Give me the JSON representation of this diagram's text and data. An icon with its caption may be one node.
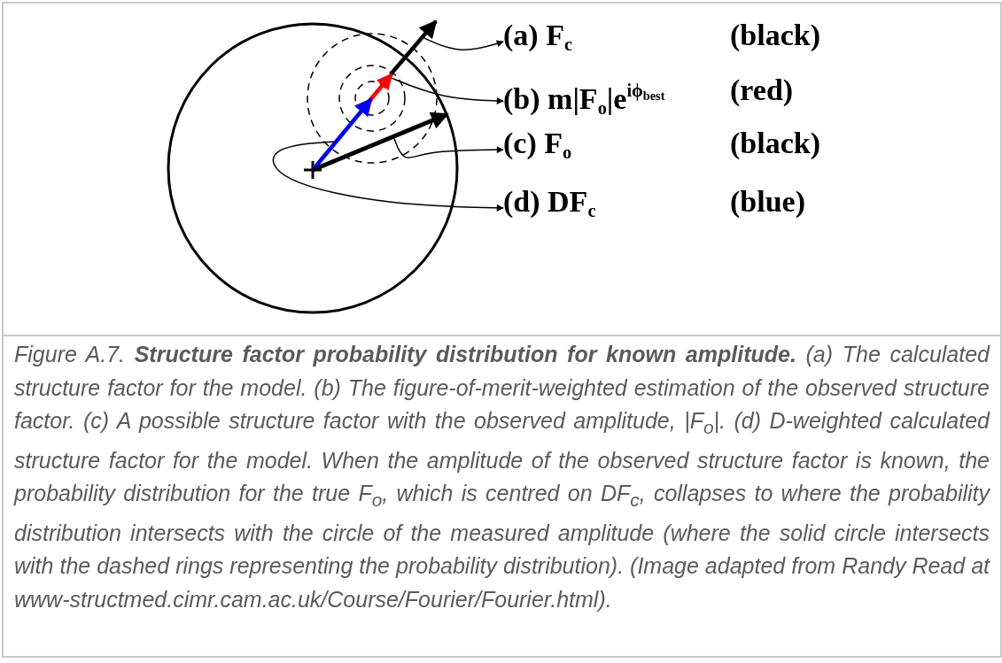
{
  "diagram": {
    "caption": "Figure A.7. **Structure factor probability distribution for known amplitude.** (a) The calculated structure factor for the model. (b) The figure-of-merit-weighted estimation of the observed structure factor. (c) A possible structure factor with the observed amplitude, |F$_{o}$|. (d) D-weighted calculated structure factor for the model. When the amplitude of the observed structure factor is known, the probability distribution for the true F$_{o}$, which is centred on DF$_{c}$, collapses to where the probability distribution intersects with the circle of the measured amplitude (where the solid circle intersects with the dashed rings representing the probability distribution). (Image adapted from Randy Read at www-structmed.cimr.cam.ac.uk/Course/Fourier/Fourier.html).",
    "nodes": [
      {
        "text": [
          "(a) F$_{c}$"
        ]
      },
      {
        "text": [
          "(b) m|F$_{o}$|e$^{iϕ}$$_{best}$"
        ]
      },
      {
        "text": [
          "(c) F$_{o}$"
        ]
      },
      {
        "text": [
          "(d) DF$_{c}$"
        ]
      },
      {
        "text": [],
        "shape": "arrow"
      },
      {
        "text": [],
        "shape": "arrow"
      },
      {
        "text": [],
        "shape": "arrow"
      },
      {
        "text": [],
        "shape": "arrow"
      }
    ],
    "edges": [
      {
        "from": 4,
        "to": 0,
        "arrow": "to"
      },
      {
        "from": 5,
        "to": 1,
        "arrow": "to"
      },
      {
        "from": 7,
        "to": 2,
        "arrow": "to"
      },
      {
        "from": 6,
        "to": 3,
        "arrow": "to"
      }
    ],
    "labels": [
      "(black)",
      "(red)",
      "(black)",
      "(blue)"
    ]
  }
}
